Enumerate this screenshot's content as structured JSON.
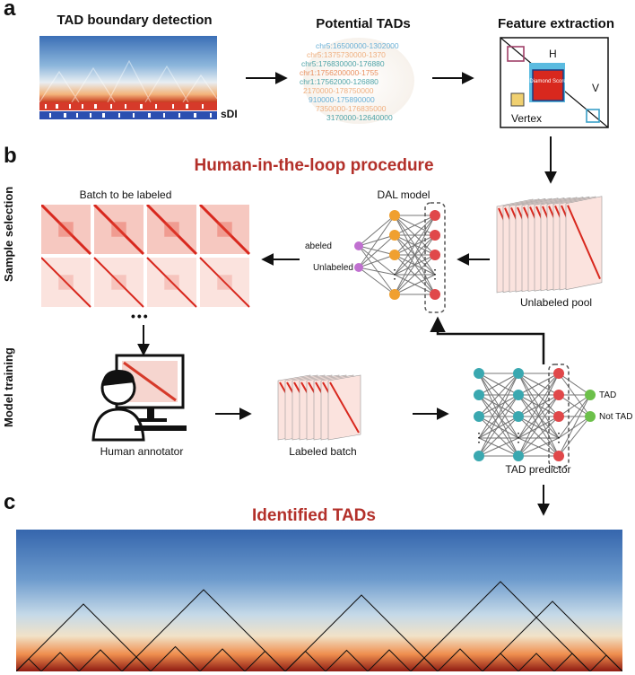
{
  "panels": {
    "a": "a",
    "b": "b",
    "c": "c"
  },
  "panel_a": {
    "step1_title": "TAD boundary detection",
    "step2_title": "Potential TADs",
    "step3_title": "Feature extraction",
    "sdi_label": "sDI",
    "potential_tad_text": [
      "chr5:16500000-1302000",
      "chr5:1375730000-1370",
      "chr5:176830000-176880",
      "chr1:1756200000-1755",
      "chr1:17562000-126880",
      "2170000-178750000",
      "910000-175890000",
      "7350000-176835000",
      "3170000-12640000"
    ],
    "feature_labels": {
      "h": "H",
      "v": "V",
      "vertex": "Vertex",
      "diamond": "Diamond Score"
    }
  },
  "panel_b": {
    "title": "Human-in-the-loop procedure",
    "batch_title": "Batch to be labeled",
    "row1_label": "Sample selection",
    "row2_label": "Model training",
    "dal_model": "DAL model",
    "labeled": "Labeled",
    "unlabeled": "Unlabeled",
    "unlabeled_pool": "Unlabeled pool",
    "ellipsis": "•••",
    "human_annotator": "Human annotator",
    "labeled_batch": "Labeled batch",
    "tad_predictor": "TAD predictor",
    "out_tad": "TAD",
    "out_not_tad": "Not TAD"
  },
  "panel_c": {
    "title": "Identified TADs"
  },
  "colors": {
    "accent_red": "#b3302a",
    "node_orange": "#f0a030",
    "node_red": "#e0484a",
    "node_purple": "#c070d0",
    "node_teal": "#3aa8b0",
    "node_green": "#6cc04a"
  }
}
